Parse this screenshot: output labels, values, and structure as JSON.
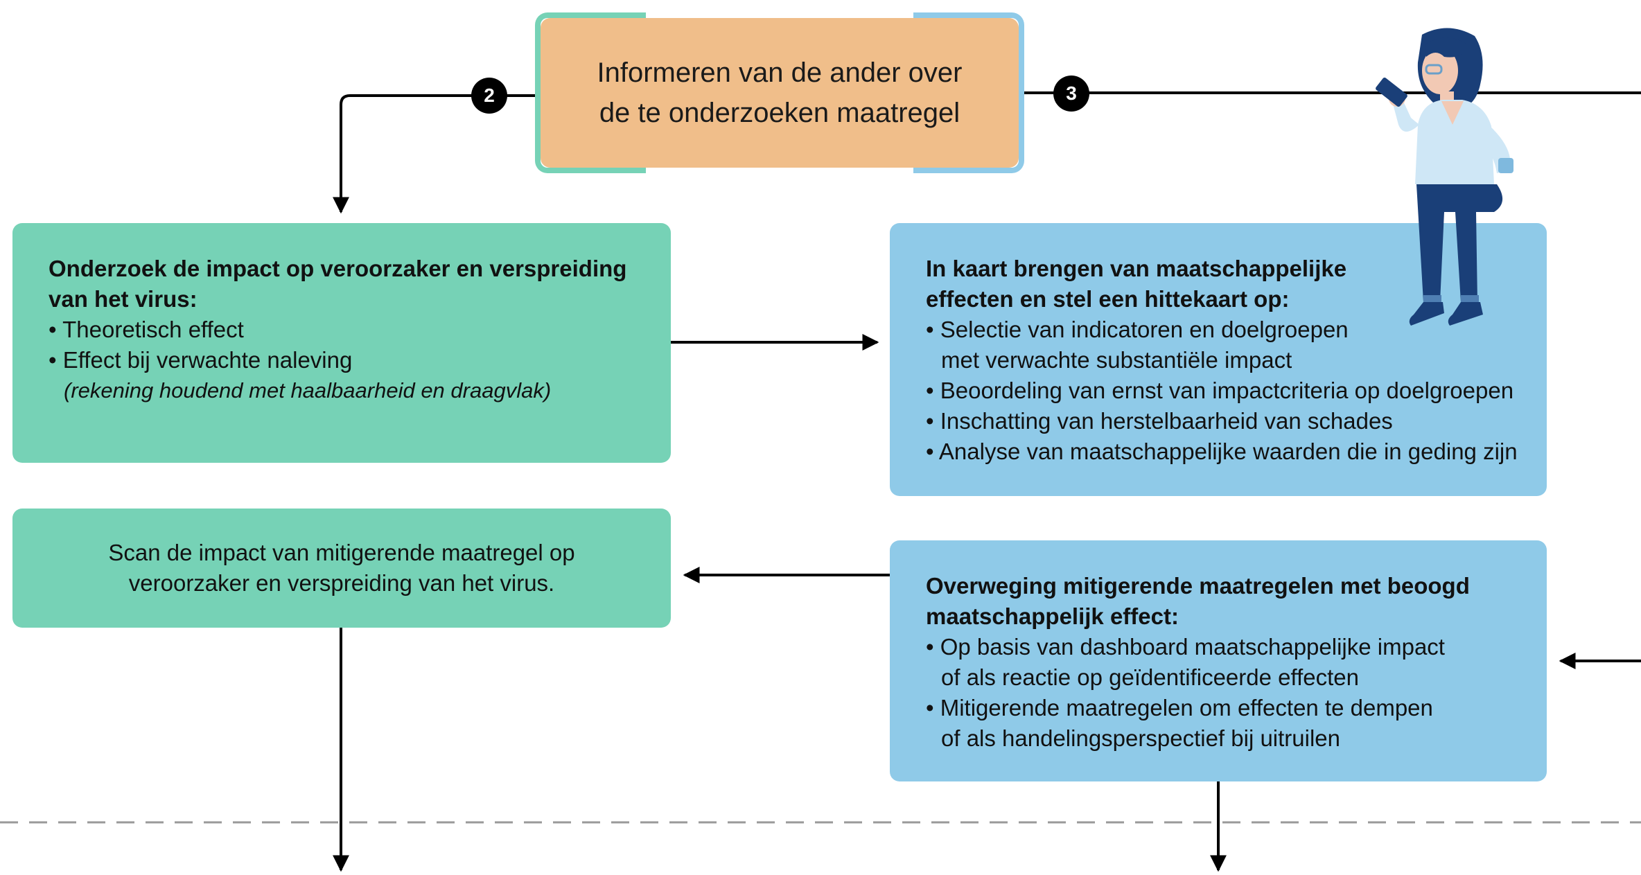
{
  "top_box": {
    "line1": "Informeren van de ander over",
    "line2": "de te onderzoeken maatregel"
  },
  "badges": {
    "left": "2",
    "right": "3"
  },
  "box_impact": {
    "heading_line1": "Onderzoek de impact op veroorzaker en verspreiding",
    "heading_line2": "van het virus:",
    "bullet1": "• Theoretisch effect",
    "bullet2": "• Effect bij verwachte naleving",
    "note": "(rekening houdend met haalbaarheid en draagvlak)"
  },
  "box_societal": {
    "heading_line1": "In kaart brengen van maatschappelijke",
    "heading_line2": "effecten en stel een hittekaart op:",
    "bullet1a": "• Selectie van indicatoren en doelgroepen",
    "bullet1b": "met verwachte substantiële impact",
    "bullet2": "• Beoordeling van ernst van impactcriteria op doelgroepen",
    "bullet3": "• Inschatting van herstelbaarheid van schades",
    "bullet4": "• Analyse van maatschappelijke waarden die in geding zijn"
  },
  "box_scan": {
    "line1": "Scan de impact van mitigerende maatregel op",
    "line2": "veroorzaker en verspreiding van het virus."
  },
  "box_mitigation": {
    "heading_line1": "Overweging mitigerende maatregelen met beoogd",
    "heading_line2": "maatschappelijk effect:",
    "bullet1a": "• Op basis van dashboard maatschappelijke impact",
    "bullet1b": "of als reactie op geïdentificeerde effecten",
    "bullet2a": "• Mitigerende maatregelen om effecten te dempen",
    "bullet2b": "of als handelingsperspectief bij uitruilen"
  },
  "colors": {
    "green": "#76d2b6",
    "blue": "#8fcae8",
    "orange": "#f0be8a",
    "line": "#000000",
    "dashed": "#999999"
  }
}
